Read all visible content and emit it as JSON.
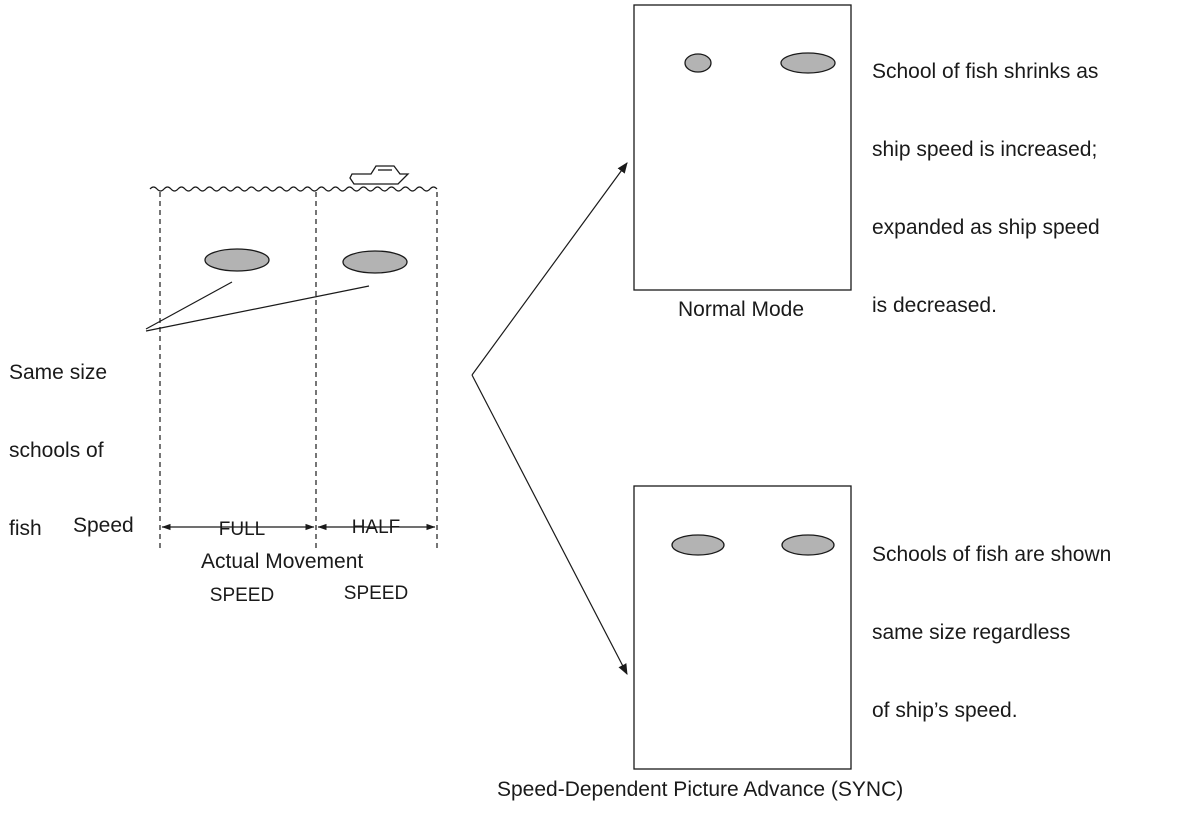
{
  "colors": {
    "line": "#1a1a1a",
    "fish_fill": "#b3b3b3",
    "background": "#ffffff"
  },
  "left_panel": {
    "callout_label": [
      "Same size",
      "schools of",
      "fish"
    ],
    "full_speed_label": [
      "FULL",
      "SPEED"
    ],
    "half_speed_label": [
      "HALF",
      "SPEED"
    ],
    "speed_label": "Speed",
    "caption": "Actual Movement",
    "icons": [
      "ship-icon",
      "water-surface"
    ]
  },
  "normal_mode": {
    "caption": "Normal Mode",
    "description": [
      "School of fish shrinks as",
      "ship speed is increased;",
      "expanded as ship speed",
      "is decreased."
    ]
  },
  "sync_mode": {
    "caption": "Speed-Dependent Picture Advance (SYNC)",
    "description": [
      "Schools of fish are shown",
      "same size regardless",
      "of ship’s speed."
    ]
  }
}
